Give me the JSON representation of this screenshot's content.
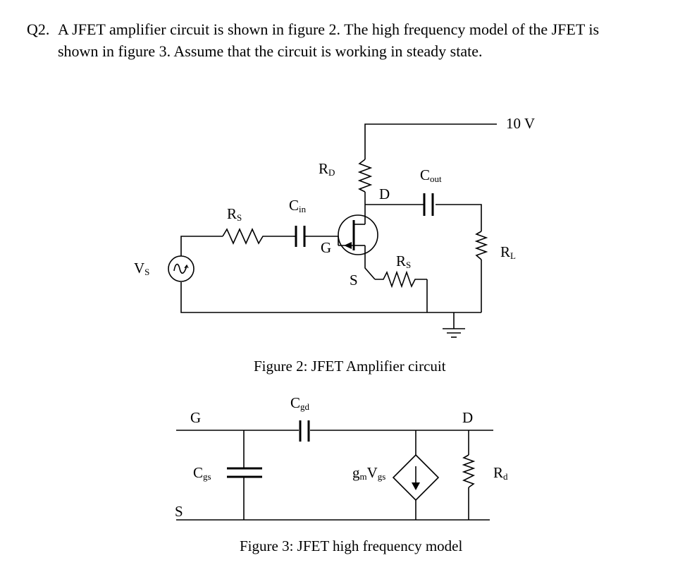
{
  "question": {
    "number": "Q2.",
    "line1": "A JFET amplifier circuit is shown in figure 2. The high frequency model of the JFET is",
    "line2": "shown in figure 3. Assume that the circuit is working in steady state."
  },
  "figure2": {
    "caption": "Figure 2: JFET Amplifier circuit",
    "supply": "10 V",
    "source": {
      "main": "V",
      "sub": "S"
    },
    "rs_input": {
      "main": "R",
      "sub": "S"
    },
    "cin": {
      "main": "C",
      "sub": "in"
    },
    "rd": {
      "main": "R",
      "sub": "D"
    },
    "cout": {
      "main": "C",
      "sub": "out"
    },
    "rs_source": {
      "main": "R",
      "sub": "S"
    },
    "rl": {
      "main": "R",
      "sub": "L"
    },
    "terminal_d": "D",
    "terminal_g": "G",
    "terminal_s": "S"
  },
  "figure3": {
    "caption": "Figure 3: JFET high frequency model",
    "g": "G",
    "s": "S",
    "d": "D",
    "cgd": {
      "main": "C",
      "sub": "gd"
    },
    "cgs": {
      "main": "C",
      "sub": "gs"
    },
    "gm": {
      "g": "g",
      "m": "m",
      "v": "V",
      "gs": "gs"
    },
    "rd": {
      "main": "R",
      "sub": "d"
    }
  }
}
